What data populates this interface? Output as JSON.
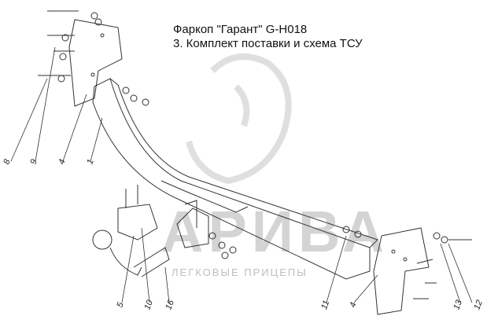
{
  "title": {
    "line1": "Фаркоп \"Гарант\" G-H018",
    "line2": "3. Комплект поставки и схема ТСУ"
  },
  "watermark": {
    "brand": "АРИВА",
    "tagline": "ЛЕГКОВЫЕ ПРИЦЕПЫ"
  },
  "callouts": [
    "8",
    "9",
    "4",
    "1",
    "5",
    "10",
    "16",
    "11",
    "4",
    "13",
    "12"
  ]
}
